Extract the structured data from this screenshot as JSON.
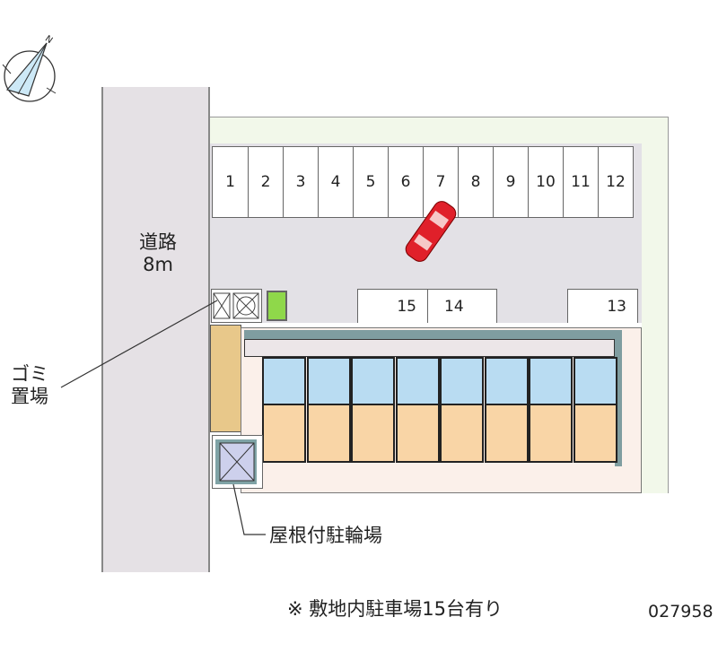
{
  "compass": {
    "north_label": "N"
  },
  "road": {
    "name": "道路",
    "width": "8m"
  },
  "parking_spaces": [
    "1",
    "2",
    "3",
    "4",
    "5",
    "6",
    "7",
    "8",
    "9",
    "10",
    "11",
    "12"
  ],
  "parking_spaces_lower": [
    "15",
    "14",
    "13"
  ],
  "labels": {
    "garbage": "ゴミ置場",
    "garbage_line1": "ゴミ",
    "garbage_line2": "置場",
    "bicycle": "屋根付駐輪場"
  },
  "footnote": "※ 敷地内駐車場15台有り",
  "property_id": "027958",
  "units_count": 8,
  "colors": {
    "car": "#e0202a",
    "bath": "#b9dcf2",
    "room": "#f9d5a6",
    "road": "#e5e1e5"
  }
}
